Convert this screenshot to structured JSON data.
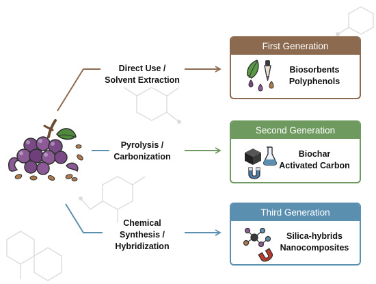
{
  "routes": [
    {
      "label_lines": [
        "Direct Use /",
        "Solvent Extraction"
      ],
      "color": "#8c6a4f"
    },
    {
      "label_lines": [
        "Pyrolysis /",
        "Carbonization"
      ],
      "color": "#6f9a5f"
    },
    {
      "label_lines": [
        "Chemical",
        "Synthesis /",
        "Hybridization"
      ],
      "color": "#5b8fb0"
    }
  ],
  "cards": [
    {
      "title": "First Generation",
      "items": [
        "Biosorbents",
        "Polyphenols"
      ],
      "color": "#8c6a4f",
      "icons": [
        "leaf-icon",
        "dropper-icon",
        "droplets-icon"
      ]
    },
    {
      "title": "Second Generation",
      "items": [
        "Biochar",
        "Activated Carbon"
      ],
      "color": "#6f9a5f",
      "icons": [
        "carbon-block-icon",
        "flask-icon",
        "magnet-icon"
      ]
    },
    {
      "title": "Third Generation",
      "items": [
        "Silica-hybrids",
        "Nanocomposites"
      ],
      "color": "#5b8fb0",
      "icons": [
        "molecule-network-icon",
        "magnet-icon"
      ]
    }
  ],
  "source": {
    "icon": "grape-pomace-icon"
  }
}
